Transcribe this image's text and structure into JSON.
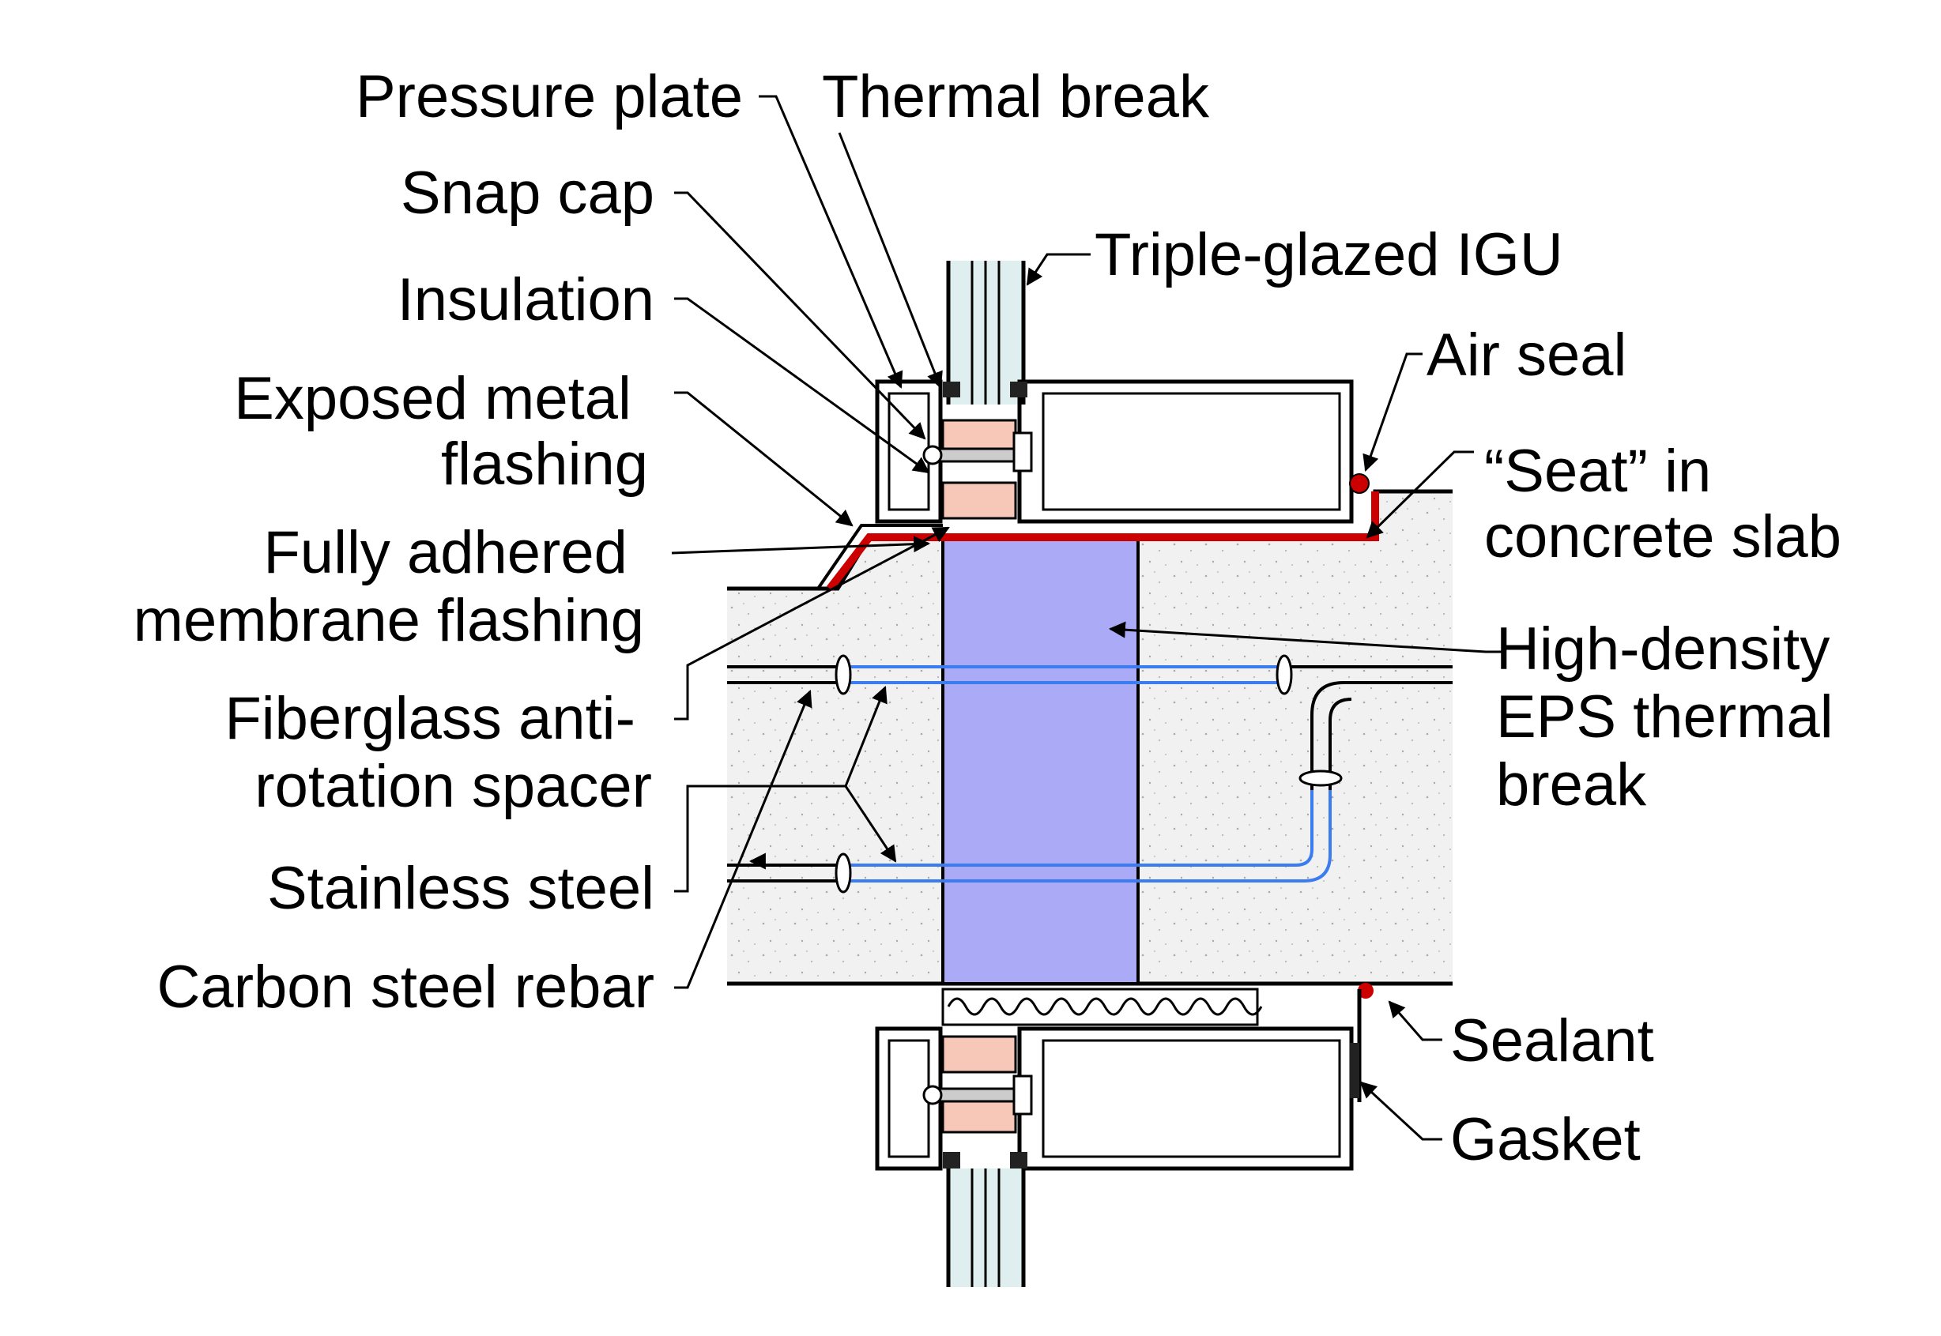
{
  "labels": {
    "pressure_plate": "Pressure plate",
    "thermal_break": "Thermal break",
    "snap_cap": "Snap cap",
    "triple_glazed_igu": "Triple-glazed IGU",
    "insulation": "Insulation",
    "air_seal": "Air seal",
    "exposed_metal_flashing": [
      "Exposed metal",
      "flashing"
    ],
    "seat_in_slab": [
      "“Seat” in",
      "concrete slab"
    ],
    "fully_adhered_membrane": [
      "Fully adhered",
      "membrane flashing"
    ],
    "high_density_eps": [
      "High-density",
      "EPS thermal",
      "break"
    ],
    "fiberglass_spacer": [
      "Fiberglass anti-",
      "rotation spacer"
    ],
    "stainless_steel": "Stainless steel",
    "carbon_steel_rebar": "Carbon steel rebar",
    "sealant": "Sealant",
    "gasket": "Gasket"
  },
  "colors": {
    "membrane": "#cc0000",
    "eps_thermal_break": "#aaaaf7",
    "stainless_steel_bar": "#3b7cf0",
    "concrete": "#f1f1f1",
    "insulation_block": "#f7c8b8",
    "glass": "#dfeeee",
    "line": "#000000"
  }
}
